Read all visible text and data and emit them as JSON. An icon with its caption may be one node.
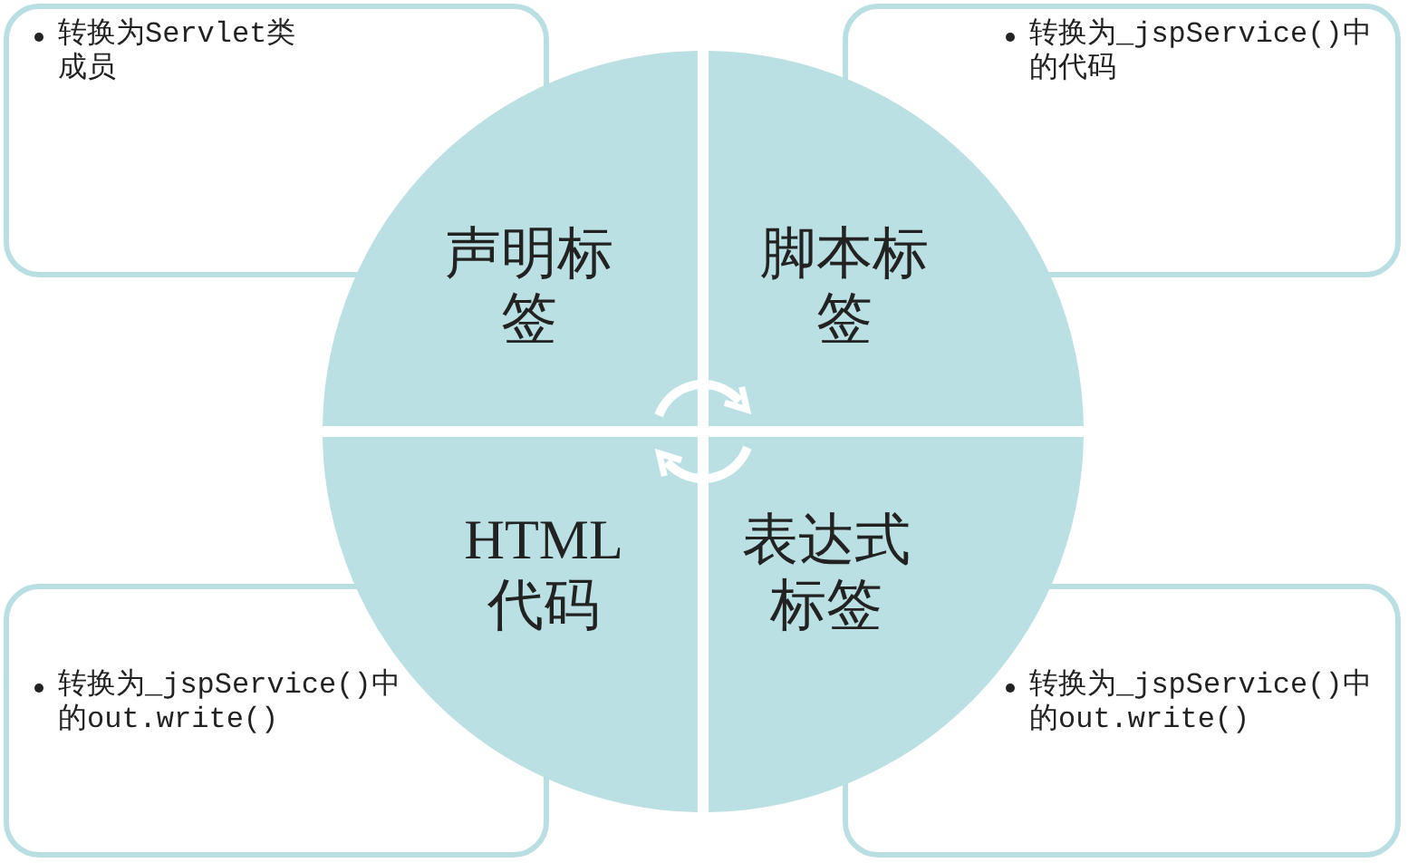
{
  "diagram": {
    "nodes": [
      {
        "text": [
          "转换为Servlet类成员"
        ]
      },
      {
        "text": [
          "转换为_jspService()中的代码"
        ]
      },
      {
        "text": [
          "声明标签"
        ]
      },
      {
        "text": [
          "脚本标签"
        ]
      },
      {
        "text": [
          "HTML代码"
        ]
      },
      {
        "text": [
          "表达式标签"
        ]
      },
      {
        "text": [
          "转换为_jspService()中的out.write()"
        ]
      },
      {
        "text": [
          "转换为_jspService()中的out.write()"
        ]
      }
    ],
    "edges": [
      {
        "from": 2,
        "to": 3,
        "arrow": "to",
        "color": "#ffffff"
      },
      {
        "from": 5,
        "to": 4,
        "arrow": "to",
        "color": "#ffffff"
      }
    ]
  }
}
